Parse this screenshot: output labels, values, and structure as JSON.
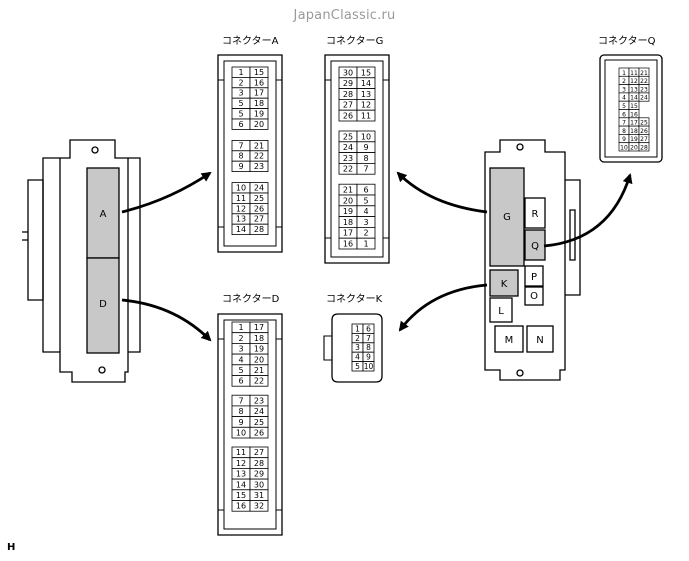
{
  "watermark": "JapanClassic.ru",
  "footer_letter": "H",
  "connector_labels": {
    "A": "コネクターA",
    "G": "コネクターG",
    "Q": "コネクターQ",
    "D": "コネクターD",
    "K": "コネクターK"
  },
  "left_block_labels": [
    "A",
    "D"
  ],
  "right_block_labels": [
    "G",
    "R",
    "Q",
    "P",
    "K",
    "O",
    "L",
    "M",
    "N"
  ],
  "connector_A_pins": [
    [
      [
        "1",
        "15"
      ],
      [
        "2",
        "16"
      ],
      [
        "3",
        "17"
      ],
      [
        "5",
        "18"
      ],
      [
        "5",
        "19"
      ],
      [
        "6",
        "20"
      ]
    ],
    [
      [
        "7",
        "21"
      ],
      [
        "8",
        "22"
      ],
      [
        "9",
        "23"
      ]
    ],
    [
      [
        "10",
        "24"
      ],
      [
        "11",
        "25"
      ],
      [
        "12",
        "26"
      ],
      [
        "13",
        "27"
      ],
      [
        "14",
        "28"
      ]
    ]
  ],
  "connector_G_pins": [
    [
      [
        "30",
        "15"
      ],
      [
        "29",
        "14"
      ],
      [
        "28",
        "13"
      ],
      [
        "27",
        "12"
      ],
      [
        "26",
        "11"
      ]
    ],
    [
      [
        "25",
        "10"
      ],
      [
        "24",
        "9"
      ],
      [
        "23",
        "8"
      ],
      [
        "22",
        "7"
      ]
    ],
    [
      [
        "21",
        "6"
      ],
      [
        "20",
        "5"
      ],
      [
        "19",
        "4"
      ],
      [
        "18",
        "3"
      ],
      [
        "17",
        "2"
      ],
      [
        "16",
        "1"
      ]
    ]
  ],
  "connector_Q_pins": [
    [
      "1",
      "11",
      "21"
    ],
    [
      "2",
      "12",
      "22"
    ],
    [
      "3",
      "13",
      "23"
    ],
    [
      "4",
      "14",
      "24"
    ],
    [
      "5",
      "15",
      ""
    ],
    [
      "6",
      "16",
      ""
    ],
    [
      "7",
      "17",
      "25"
    ],
    [
      "8",
      "18",
      "26"
    ],
    [
      "9",
      "19",
      "27"
    ],
    [
      "10",
      "20",
      "28"
    ]
  ],
  "connector_D_pins": [
    [
      [
        "1",
        "17"
      ],
      [
        "2",
        "18"
      ],
      [
        "3",
        "19"
      ],
      [
        "4",
        "20"
      ],
      [
        "5",
        "21"
      ],
      [
        "6",
        "22"
      ]
    ],
    [
      [
        "7",
        "23"
      ],
      [
        "8",
        "24"
      ],
      [
        "9",
        "25"
      ],
      [
        "10",
        "26"
      ]
    ],
    [
      [
        "11",
        "27"
      ],
      [
        "12",
        "28"
      ],
      [
        "13",
        "29"
      ],
      [
        "14",
        "30"
      ],
      [
        "15",
        "31"
      ],
      [
        "16",
        "32"
      ]
    ]
  ],
  "connector_K_pins": [
    [
      "1",
      "6"
    ],
    [
      "2",
      "7"
    ],
    [
      "3",
      "8"
    ],
    [
      "4",
      "9"
    ],
    [
      "5",
      "10"
    ]
  ]
}
